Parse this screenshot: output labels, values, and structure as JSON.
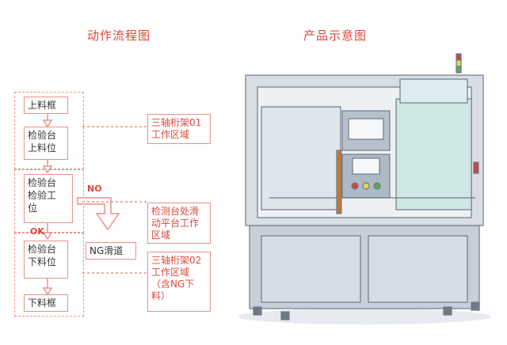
{
  "titles": {
    "left": "动作流程图",
    "right": "产品示意图"
  },
  "flow": {
    "nodes": [
      {
        "id": "n1",
        "label": "上料框"
      },
      {
        "id": "n2",
        "label": "检验台\n上料位"
      },
      {
        "id": "n3",
        "label": "检验台\n检验工\n位"
      },
      {
        "id": "n4",
        "label": "检验台\n下料位"
      },
      {
        "id": "n5",
        "label": "下料框"
      },
      {
        "id": "ng",
        "label": "NG滑道"
      }
    ],
    "branch_labels": {
      "no": "NO",
      "ok": "OK"
    }
  },
  "notes": [
    {
      "id": "note1",
      "label": "三轴桁架01\n工作区域"
    },
    {
      "id": "note2",
      "label": "检测台处滑\n动平台工作\n区域"
    },
    {
      "id": "note3",
      "label": "三轴桁架02\n工作区域\n（含NG下\n料）"
    }
  ],
  "colors": {
    "accent": "#e0463a",
    "box_border": "#e9928a",
    "machine_frame": "#8f9aa6",
    "machine_panel": "#b9c3d0"
  }
}
